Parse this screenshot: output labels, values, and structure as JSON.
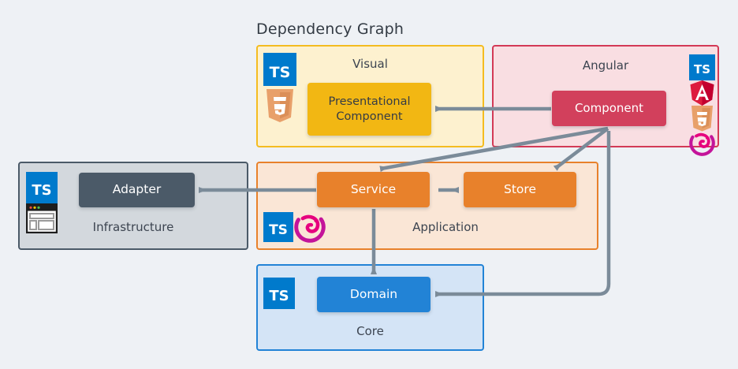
{
  "diagram": {
    "title": "Dependency Graph",
    "background_color": "#eef1f5"
  },
  "panels": [
    {
      "id": "visual",
      "label": "Visual",
      "fill": "#fdf1cf",
      "border": "#f4bc20",
      "icons": [
        "typescript-icon",
        "html5-icon"
      ]
    },
    {
      "id": "angular",
      "label": "Angular",
      "fill": "#f9dee2",
      "border": "#d33a56",
      "icons": [
        "typescript-icon",
        "angular-icon",
        "html5-icon",
        "rxjs-icon"
      ]
    },
    {
      "id": "infrastructure",
      "label": "Infrastructure",
      "fill": "#d3d8dd",
      "border": "#4b5a68",
      "icons": [
        "typescript-icon",
        "browser-window-icon"
      ]
    },
    {
      "id": "application",
      "label": "Application",
      "fill": "#fae6d6",
      "border": "#e8812b",
      "icons": [
        "typescript-icon",
        "rxjs-icon"
      ]
    },
    {
      "id": "core",
      "label": "Core",
      "fill": "#d4e4f6",
      "border": "#2283d6",
      "icons": [
        "typescript-icon"
      ]
    }
  ],
  "nodes": [
    {
      "id": "presentational",
      "label": "Presentational\nComponent",
      "line1": "Presentational",
      "line2": "Component",
      "fill": "#f2b713",
      "text_color": "#363c45",
      "panel": "visual"
    },
    {
      "id": "component",
      "label": "Component",
      "fill": "#d2405c",
      "text_color": "#ffffff",
      "panel": "angular"
    },
    {
      "id": "adapter",
      "label": "Adapter",
      "fill": "#4b5a68",
      "text_color": "#ffffff",
      "panel": "infrastructure"
    },
    {
      "id": "service",
      "label": "Service",
      "fill": "#e8812b",
      "text_color": "#ffffff",
      "panel": "application"
    },
    {
      "id": "store",
      "label": "Store",
      "fill": "#e8812b",
      "text_color": "#ffffff",
      "panel": "application"
    },
    {
      "id": "domain",
      "label": "Domain",
      "fill": "#2283d6",
      "text_color": "#ffffff",
      "panel": "core"
    }
  ],
  "edges": [
    {
      "from": "component",
      "to": "presentational",
      "style": "straight"
    },
    {
      "from": "component",
      "to": "service",
      "style": "straight"
    },
    {
      "from": "component",
      "to": "store",
      "style": "straight"
    },
    {
      "from": "component",
      "to": "domain",
      "style": "elbow"
    },
    {
      "from": "service",
      "to": "adapter",
      "style": "straight"
    },
    {
      "from": "service",
      "to": "store",
      "style": "straight"
    },
    {
      "from": "service",
      "to": "domain",
      "style": "straight"
    }
  ],
  "edge_color": "#7b8b99"
}
